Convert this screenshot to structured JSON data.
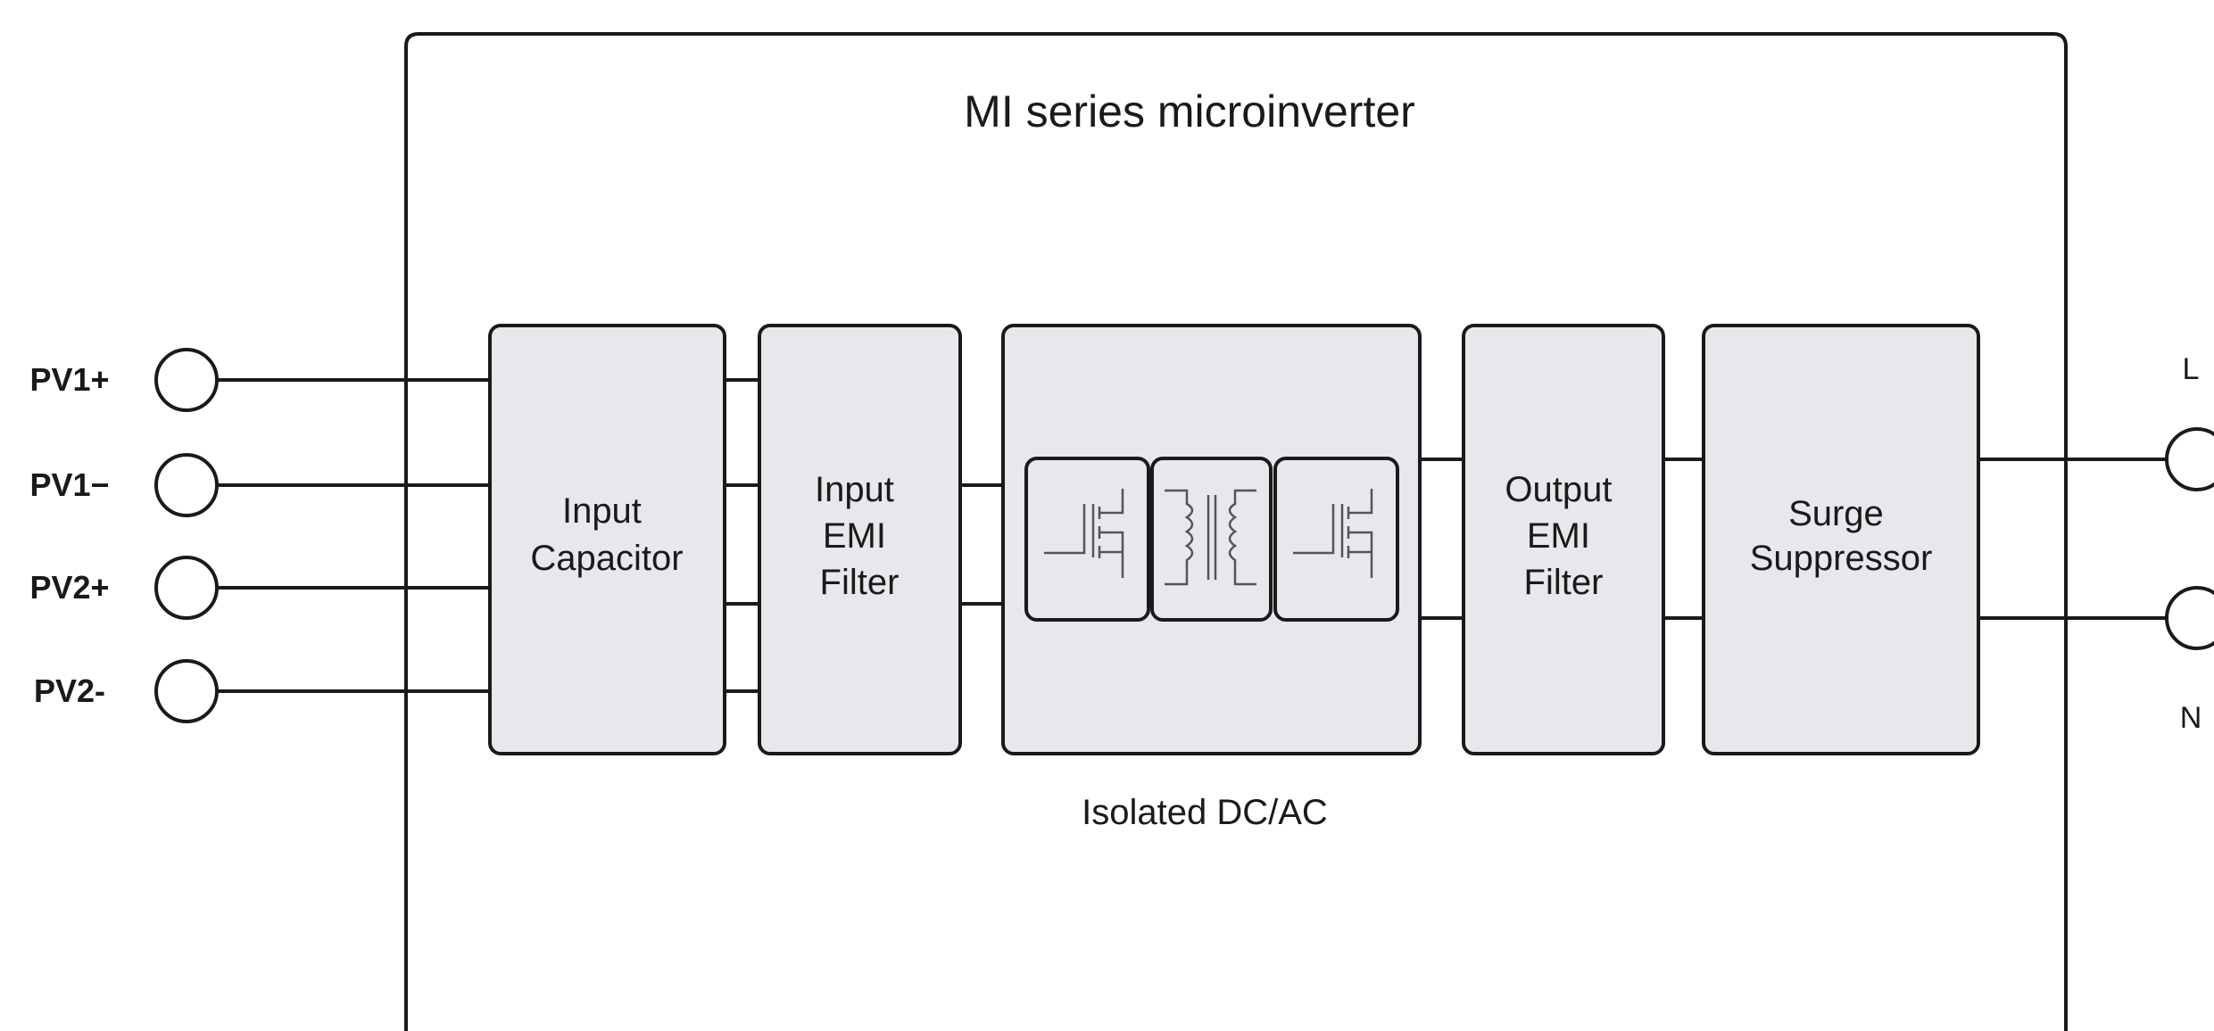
{
  "title": "MI series microinverter",
  "inputs": [
    {
      "label": "PV1+"
    },
    {
      "label": "PV1−"
    },
    {
      "label": "PV2+"
    },
    {
      "label": "PV2-"
    }
  ],
  "blocks": {
    "input_capacitor": {
      "line1": "Input",
      "line2": "Capacitor"
    },
    "input_emi_filter": {
      "line1": "Input",
      "line2": "EMI",
      "line3": "Filter"
    },
    "isolated_dcac": {
      "label": "Isolated DC/AC"
    },
    "output_emi_filter": {
      "line1": "Output",
      "line2": "EMI",
      "line3": "Filter"
    },
    "surge_suppressor": {
      "line1": "Surge",
      "line2": "Suppressor"
    }
  },
  "outputs": [
    {
      "label": "L"
    },
    {
      "label": "N"
    }
  ],
  "colors": {
    "block_fill": "#e6e8eb",
    "stroke": "#1a1a1a"
  }
}
